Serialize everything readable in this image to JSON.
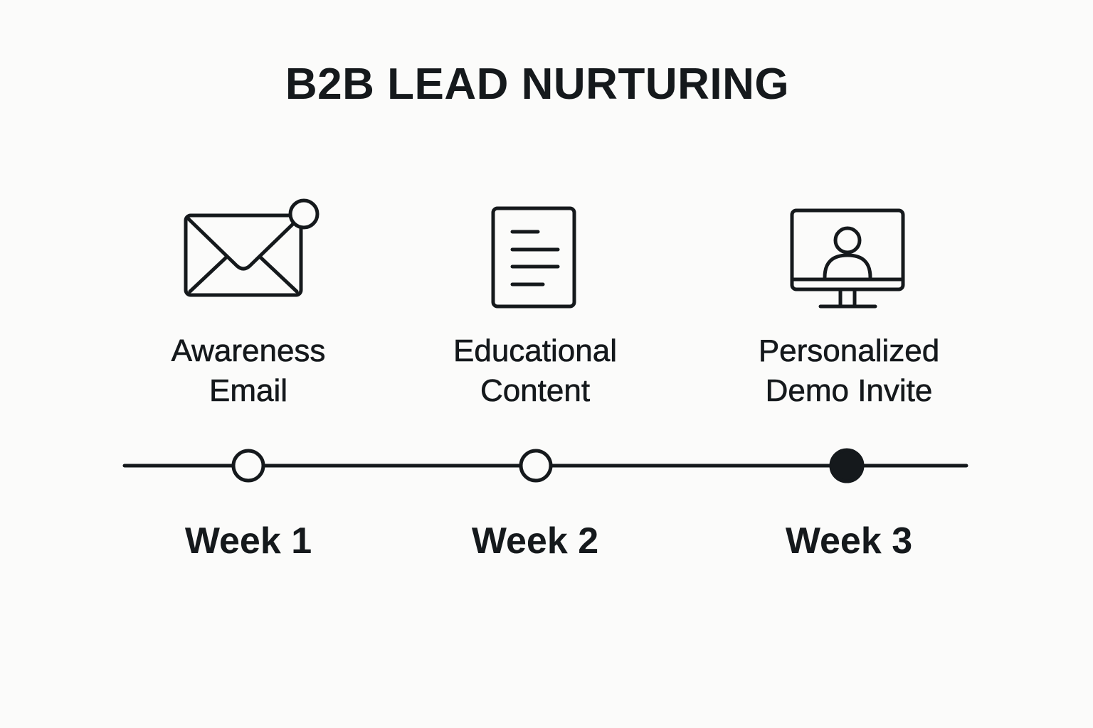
{
  "title": "B2B LEAD NURTURING",
  "steps": [
    {
      "icon": "envelope-notification-icon",
      "label_line1": "Awareness",
      "label_line2": "Email",
      "week": "Week 1",
      "marker": "hollow"
    },
    {
      "icon": "document-icon",
      "label_line1": "Educational",
      "label_line2": "Content",
      "week": "Week 2",
      "marker": "hollow"
    },
    {
      "icon": "monitor-user-icon",
      "label_line1": "Personalized",
      "label_line2": "Demo Invite",
      "week": "Week 3",
      "marker": "filled"
    }
  ],
  "colors": {
    "background": "#fbfbfa",
    "ink": "#15191c"
  }
}
